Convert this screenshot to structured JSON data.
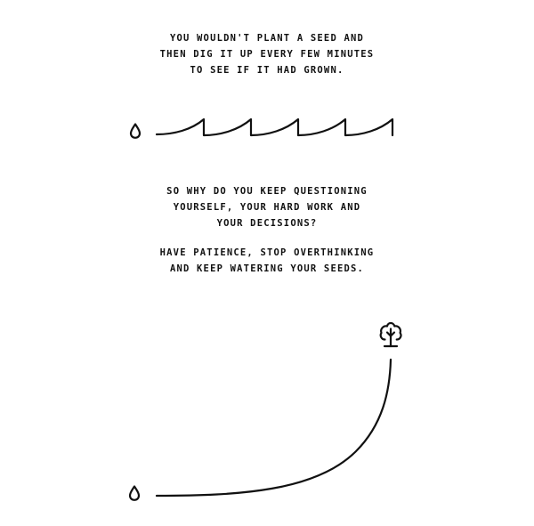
{
  "quote_top": {
    "lines": [
      "YOU WOULDN'T PLANT A SEED AND",
      "THEN DIG IT UP EVERY FEW MINUTES",
      "TO SEE IF IT HAD GROWN."
    ]
  },
  "quote_middle": {
    "lines": [
      "SO WHY DO YOU KEEP QUESTIONING",
      "YOURSELF, YOUR HARD WORK AND",
      "YOUR DECISIONS?"
    ]
  },
  "quote_bottom": {
    "lines": [
      "HAVE PATIENCE, STOP OVERTHINKING",
      "AND KEEP WATERING YOUR SEEDS."
    ]
  },
  "icons": {
    "top_start": "water-drop-icon",
    "bottom_start": "water-drop-icon",
    "bottom_end": "tree-icon"
  },
  "colors": {
    "ink": "#111111",
    "background": "#ffffff"
  }
}
